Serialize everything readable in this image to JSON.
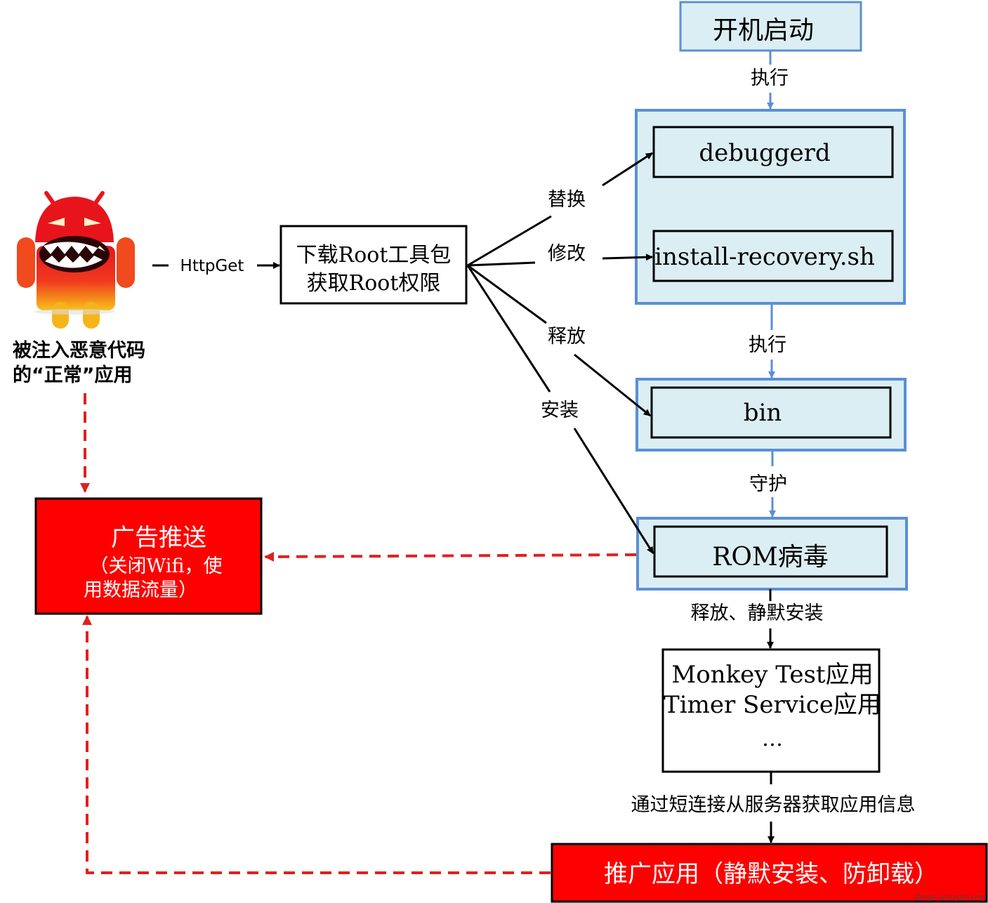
{
  "nodes": {
    "boot": "开机启动",
    "debuggerd": "debuggerd",
    "install_recovery": "install-recovery.sh",
    "bin": "bin",
    "rom_virus": "ROM病毒",
    "download_root_line1": "下载Root工具包",
    "download_root_line2": "获取Root权限",
    "infected_app_line1": "被注入恶意代码",
    "infected_app_line2": "的“正常”应用",
    "ad_push_title": "广告推送",
    "ad_push_line2": "（关闭Wifi，使",
    "ad_push_line3": "用数据流量）",
    "apps_line1": "Monkey Test应用",
    "apps_line2": "Timer Service应用",
    "apps_line3": "…",
    "promote_apps": "推广应用（静默安装、防卸载）"
  },
  "edges": {
    "httpget": "HttpGet",
    "execute_1": "执行",
    "execute_2": "执行",
    "replace": "替换",
    "modify": "修改",
    "release": "释放",
    "install": "安装",
    "guard": "守护",
    "release_silent_install": "释放、静默安装",
    "fetch_app_info": "通过短连接从服务器获取应用信息"
  },
  "watermark": "drops.wooyun.org",
  "colors": {
    "blue_border": "#5b8fd6",
    "light_fill": "#dbeef4",
    "red_fill": "#ff0000",
    "red_dash": "#e02020",
    "black": "#000000"
  },
  "icons": {
    "infected_app": "evil-android-robot-icon"
  }
}
